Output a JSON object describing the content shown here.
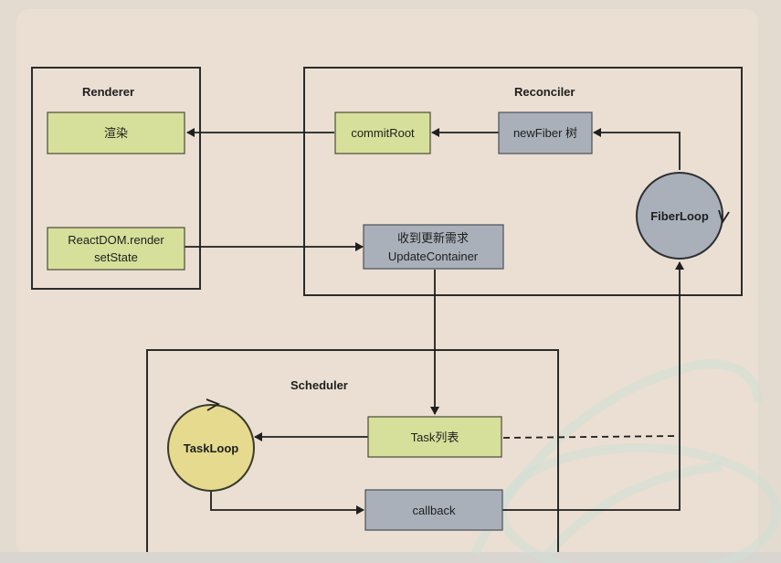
{
  "groups": {
    "renderer": "Renderer",
    "reconciler": "Reconciler",
    "scheduler": "Scheduler"
  },
  "nodes": {
    "render": "渲染",
    "react_dom_render": "ReactDOM.render",
    "set_state": "setState",
    "commit_root": "commitRoot",
    "new_fiber_tree": "newFiber 树",
    "update_request": "收到更新需求",
    "update_container": "UpdateContainer",
    "fiber_loop": "FiberLoop",
    "task_list": "Task列表",
    "task_loop": "TaskLoop",
    "callback": "callback"
  },
  "colors": {
    "background": "#eadfd2",
    "node_green": "#d6e09a",
    "node_gray": "#a9b0ba",
    "node_yellow": "#e5da8e",
    "line": "#1f1f1f"
  }
}
